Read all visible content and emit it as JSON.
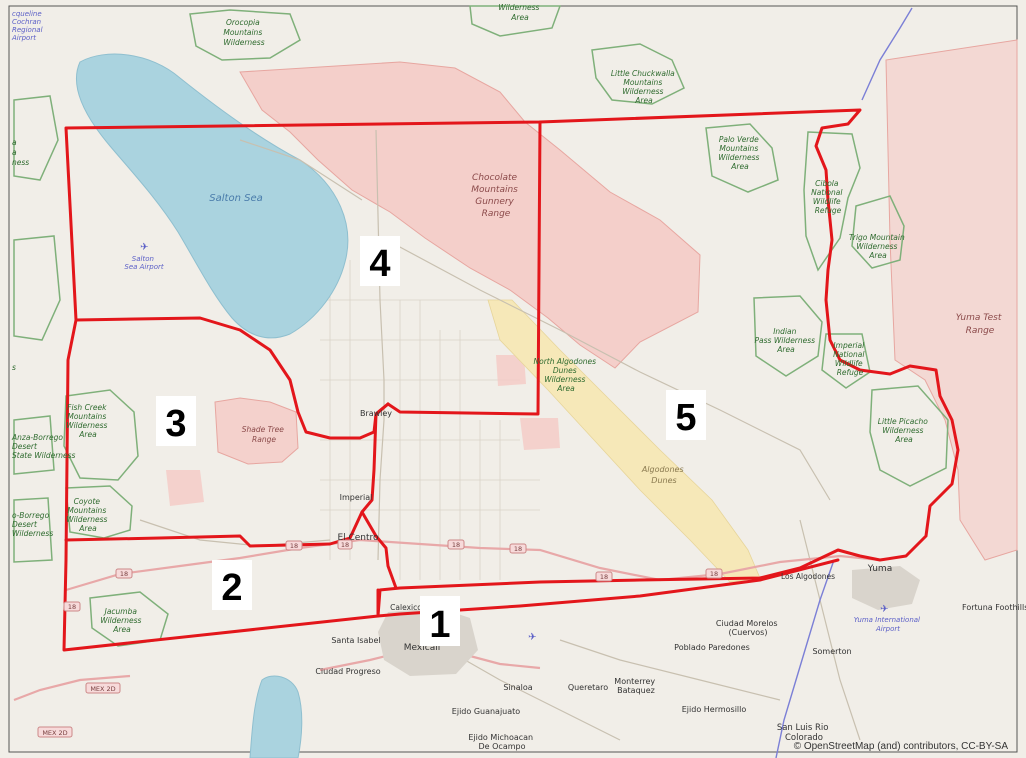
{
  "attribution": "© OpenStreetMap (and) contributors, CC-BY-SA",
  "colors": {
    "background": "#f1eee8",
    "water": "#aad3df",
    "military_fill": "#f5c9c4",
    "dunes_fill": "#f6e8b8",
    "wilderness_stroke": "#7fb07a",
    "district_border": "#e3161b",
    "road_major": "#e8a8a8",
    "road_minor": "#c8c0b0",
    "river": "#7b7fd6"
  },
  "districts": [
    {
      "id": "1",
      "label": "1"
    },
    {
      "id": "2",
      "label": "2"
    },
    {
      "id": "3",
      "label": "3"
    },
    {
      "id": "4",
      "label": "4"
    },
    {
      "id": "5",
      "label": "5"
    }
  ],
  "water_labels": [
    {
      "id": "salton-sea",
      "text": "Salton Sea"
    }
  ],
  "military_labels": [
    {
      "id": "chocolate",
      "lines": [
        "Chocolate",
        "Mountains",
        "Gunnery",
        "Range"
      ]
    },
    {
      "id": "shade-tree",
      "lines": [
        "Shade Tree",
        "Range"
      ]
    },
    {
      "id": "yuma-test",
      "lines": [
        "Yuma Test",
        "Range"
      ]
    }
  ],
  "dune_labels": [
    {
      "id": "algodones-dunes",
      "lines": [
        "Algodones",
        "Dunes"
      ]
    }
  ],
  "wilderness_labels": [
    {
      "id": "orocopia",
      "lines": [
        "Orocopia",
        "Mountains",
        "Wilderness"
      ]
    },
    {
      "id": "top-wilderness",
      "lines": [
        "Wilderness",
        "Area"
      ]
    },
    {
      "id": "little-chuckwalla",
      "lines": [
        "Little Chuckwalla",
        "Mountains",
        "Wilderness",
        "Area"
      ]
    },
    {
      "id": "palo-verde",
      "lines": [
        "Palo Verde",
        "Mountains",
        "Wilderness",
        "Area"
      ]
    },
    {
      "id": "cibola",
      "lines": [
        "Cibola",
        "National",
        "Wildlife",
        "Refuge"
      ]
    },
    {
      "id": "trigo",
      "lines": [
        "Trigo Mountain",
        "Wilderness",
        "Area"
      ]
    },
    {
      "id": "indian-pass",
      "lines": [
        "Indian",
        "Pass Wilderness",
        "Area"
      ]
    },
    {
      "id": "imperial-nwr",
      "lines": [
        "Imperial",
        "National",
        "Wildlife",
        "Refuge"
      ]
    },
    {
      "id": "north-algodones",
      "lines": [
        "North Algodones",
        "Dunes",
        "Wilderness",
        "Area"
      ]
    },
    {
      "id": "little-picacho",
      "lines": [
        "Little Picacho",
        "Wilderness",
        "Area"
      ]
    },
    {
      "id": "fish-creek",
      "lines": [
        "Fish Creek",
        "Mountains",
        "Wilderness",
        "Area"
      ]
    },
    {
      "id": "coyote",
      "lines": [
        "Coyote",
        "Mountains",
        "Wilderness",
        "Area"
      ]
    },
    {
      "id": "jacumba",
      "lines": [
        "Jacumba",
        "Wilderness",
        "Area"
      ]
    },
    {
      "id": "anza-borrego-1",
      "lines": [
        "Anza-Borrego",
        "Desert",
        "State Wilderness"
      ]
    },
    {
      "id": "anza-borrego-2",
      "lines": [
        "o-Borrego",
        "Desert",
        "Wilderness"
      ]
    },
    {
      "id": "left-edge-1",
      "lines": [
        "a",
        "a",
        "ness"
      ]
    },
    {
      "id": "left-edge-2",
      "lines": [
        "s"
      ]
    }
  ],
  "airport_labels": [
    {
      "id": "cochran",
      "lines": [
        "cqueline",
        "Cochran",
        "Regional",
        "Airport"
      ]
    },
    {
      "id": "salton-sea-airport",
      "lines": [
        "Salton",
        "Sea Airport"
      ]
    },
    {
      "id": "yuma-intl",
      "lines": [
        "Yuma International",
        "Airport"
      ]
    }
  ],
  "place_labels": [
    {
      "id": "brawley",
      "text": "Brawley"
    },
    {
      "id": "imperial",
      "text": "Imperial"
    },
    {
      "id": "el-centro",
      "text": "El Centro"
    },
    {
      "id": "calexico",
      "text": "Calexico"
    },
    {
      "id": "mexicali",
      "text": "Mexicali"
    },
    {
      "id": "santa-isabel",
      "text": "Santa Isabel"
    },
    {
      "id": "ciudad-progreso",
      "text": "Ciudad Progreso"
    },
    {
      "id": "sinaloa",
      "text": "Sinaloa"
    },
    {
      "id": "queretaro",
      "text": "Queretaro"
    },
    {
      "id": "monterrey-bataquez",
      "lines": [
        "Monterrey",
        "Bataquez"
      ]
    },
    {
      "id": "ejido-guanajuato",
      "text": "Ejido Guanajuato"
    },
    {
      "id": "ejido-michoacan",
      "lines": [
        "Ejido Michoacan",
        "De Ocampo"
      ]
    },
    {
      "id": "ejido-hermosillo",
      "text": "Ejido Hermosillo"
    },
    {
      "id": "poblado-paredones",
      "text": "Poblado Paredones"
    },
    {
      "id": "ciudad-morelos",
      "lines": [
        "Ciudad Morelos",
        "(Cuervos)"
      ]
    },
    {
      "id": "somerton",
      "text": "Somerton"
    },
    {
      "id": "san-luis",
      "lines": [
        "San Luis Rio",
        "Colorado"
      ]
    },
    {
      "id": "los-algodones",
      "text": "Los Algodones"
    },
    {
      "id": "yuma",
      "text": "Yuma"
    },
    {
      "id": "fortuna-foothills",
      "text": "Fortuna Foothills"
    }
  ],
  "route_shields": [
    {
      "id": "r-18-a",
      "text": "18"
    },
    {
      "id": "r-18-b",
      "text": "18"
    },
    {
      "id": "r-18-c",
      "text": "18"
    },
    {
      "id": "r-18-d",
      "text": "18"
    },
    {
      "id": "r-18-e",
      "text": "18"
    },
    {
      "id": "r-18-f",
      "text": "18"
    },
    {
      "id": "r-18-g",
      "text": "18"
    },
    {
      "id": "r-18-h",
      "text": "18"
    },
    {
      "id": "r-mex2d-a",
      "text": "MEX 2D"
    },
    {
      "id": "r-mex2d-b",
      "text": "MEX 2D"
    }
  ]
}
